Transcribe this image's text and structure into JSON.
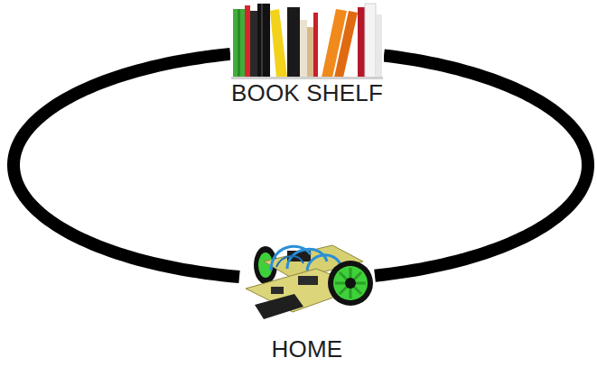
{
  "diagram": {
    "nodes": [
      {
        "text": [
          "BOOK SHELF"
        ]
      },
      {
        "text": [
          "HOME"
        ]
      }
    ],
    "edges": [
      {
        "from": 0,
        "to": 1,
        "arrow": "none"
      },
      {
        "from": 0,
        "to": 1,
        "arrow": "none"
      }
    ]
  }
}
